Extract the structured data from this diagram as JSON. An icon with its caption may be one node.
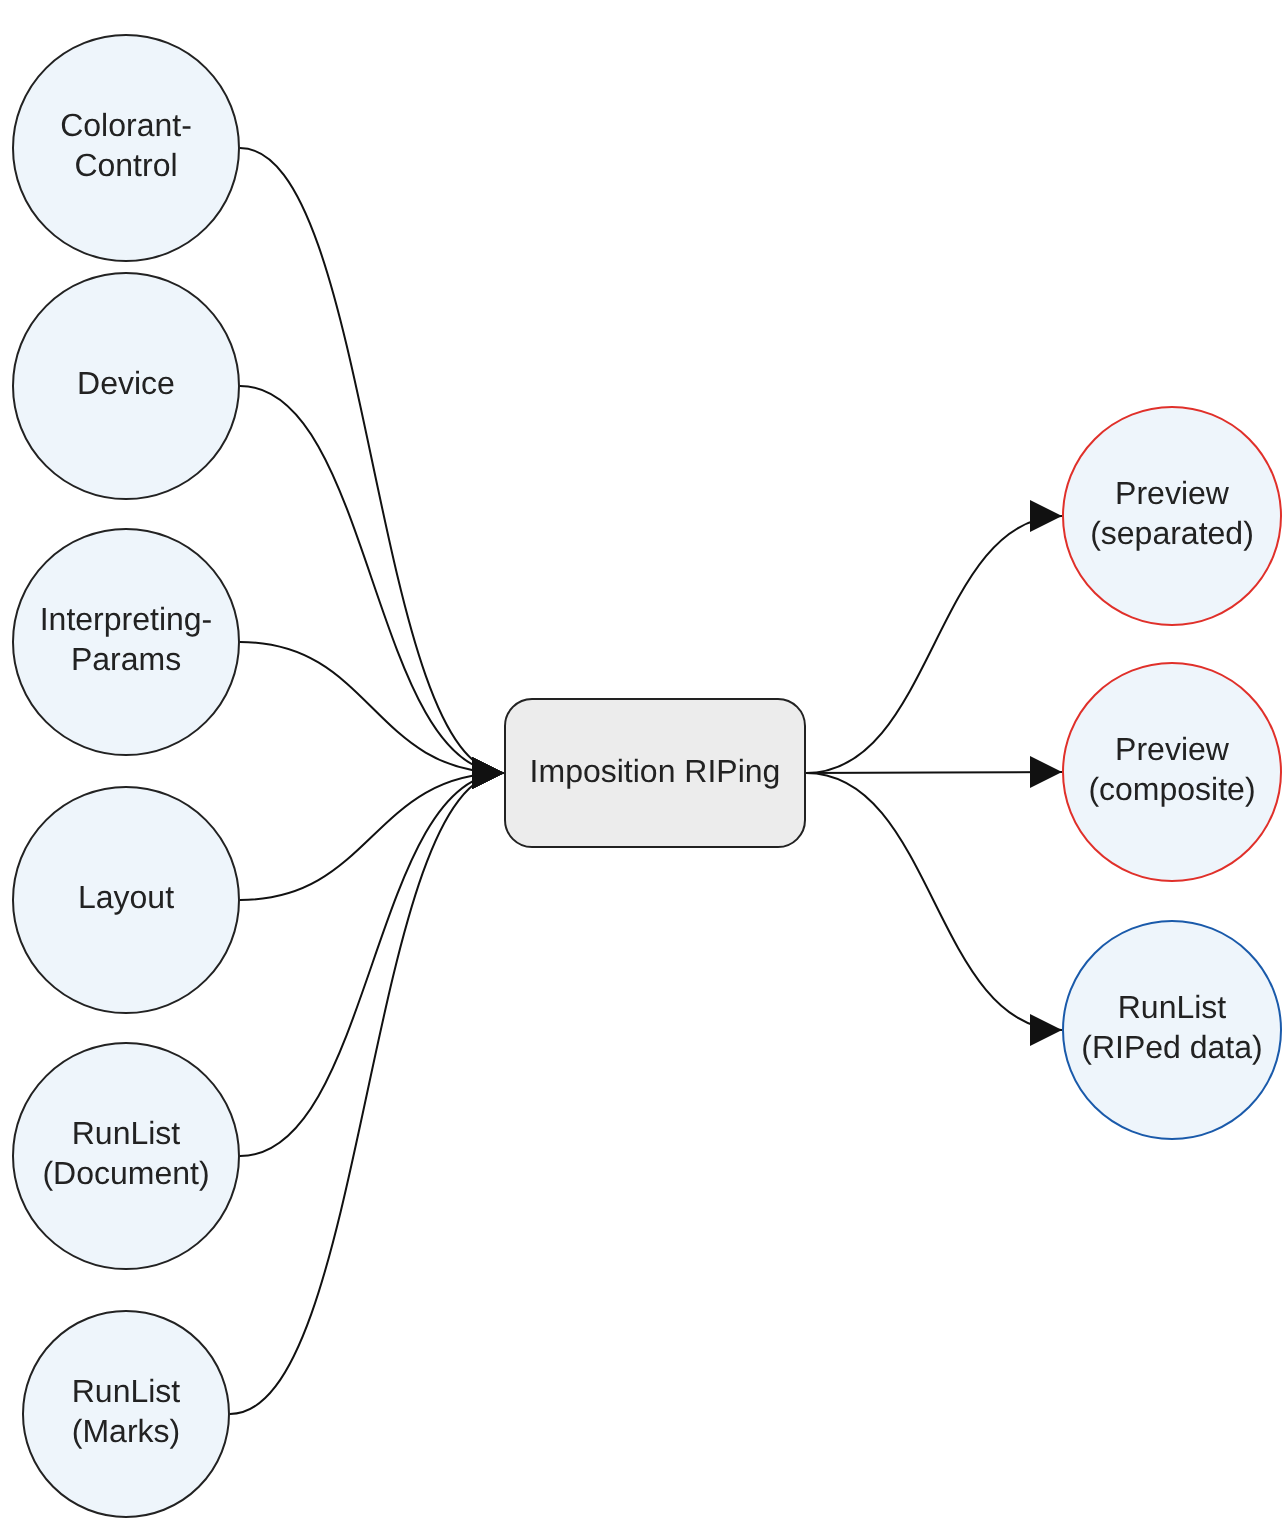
{
  "diagram": {
    "nodes": [
      {
        "text": [
          "Colorant-Control"
        ]
      },
      {
        "text": [
          "Device"
        ]
      },
      {
        "text": [
          "Interpreting-Params"
        ]
      },
      {
        "text": [
          "Layout"
        ]
      },
      {
        "text": [
          "RunList (Document)"
        ]
      },
      {
        "text": [
          "RunList (Marks)"
        ]
      },
      {
        "text": [
          "Imposition RIPing"
        ]
      },
      {
        "text": [
          "Preview (separated)"
        ]
      },
      {
        "text": [
          "Preview (composite)"
        ]
      },
      {
        "text": [
          "RunList (RIPed data)"
        ]
      }
    ],
    "edges": [
      {
        "from": 0,
        "to": 6,
        "arrow": "to"
      },
      {
        "from": 1,
        "to": 6,
        "arrow": "to"
      },
      {
        "from": 2,
        "to": 6,
        "arrow": "to"
      },
      {
        "from": 3,
        "to": 6,
        "arrow": "to"
      },
      {
        "from": 4,
        "to": 6,
        "arrow": "to"
      },
      {
        "from": 5,
        "to": 6,
        "arrow": "to"
      },
      {
        "from": 6,
        "to": 7,
        "arrow": "to"
      },
      {
        "from": 6,
        "to": 8,
        "arrow": "to"
      },
      {
        "from": 6,
        "to": 9,
        "arrow": "to"
      }
    ]
  }
}
